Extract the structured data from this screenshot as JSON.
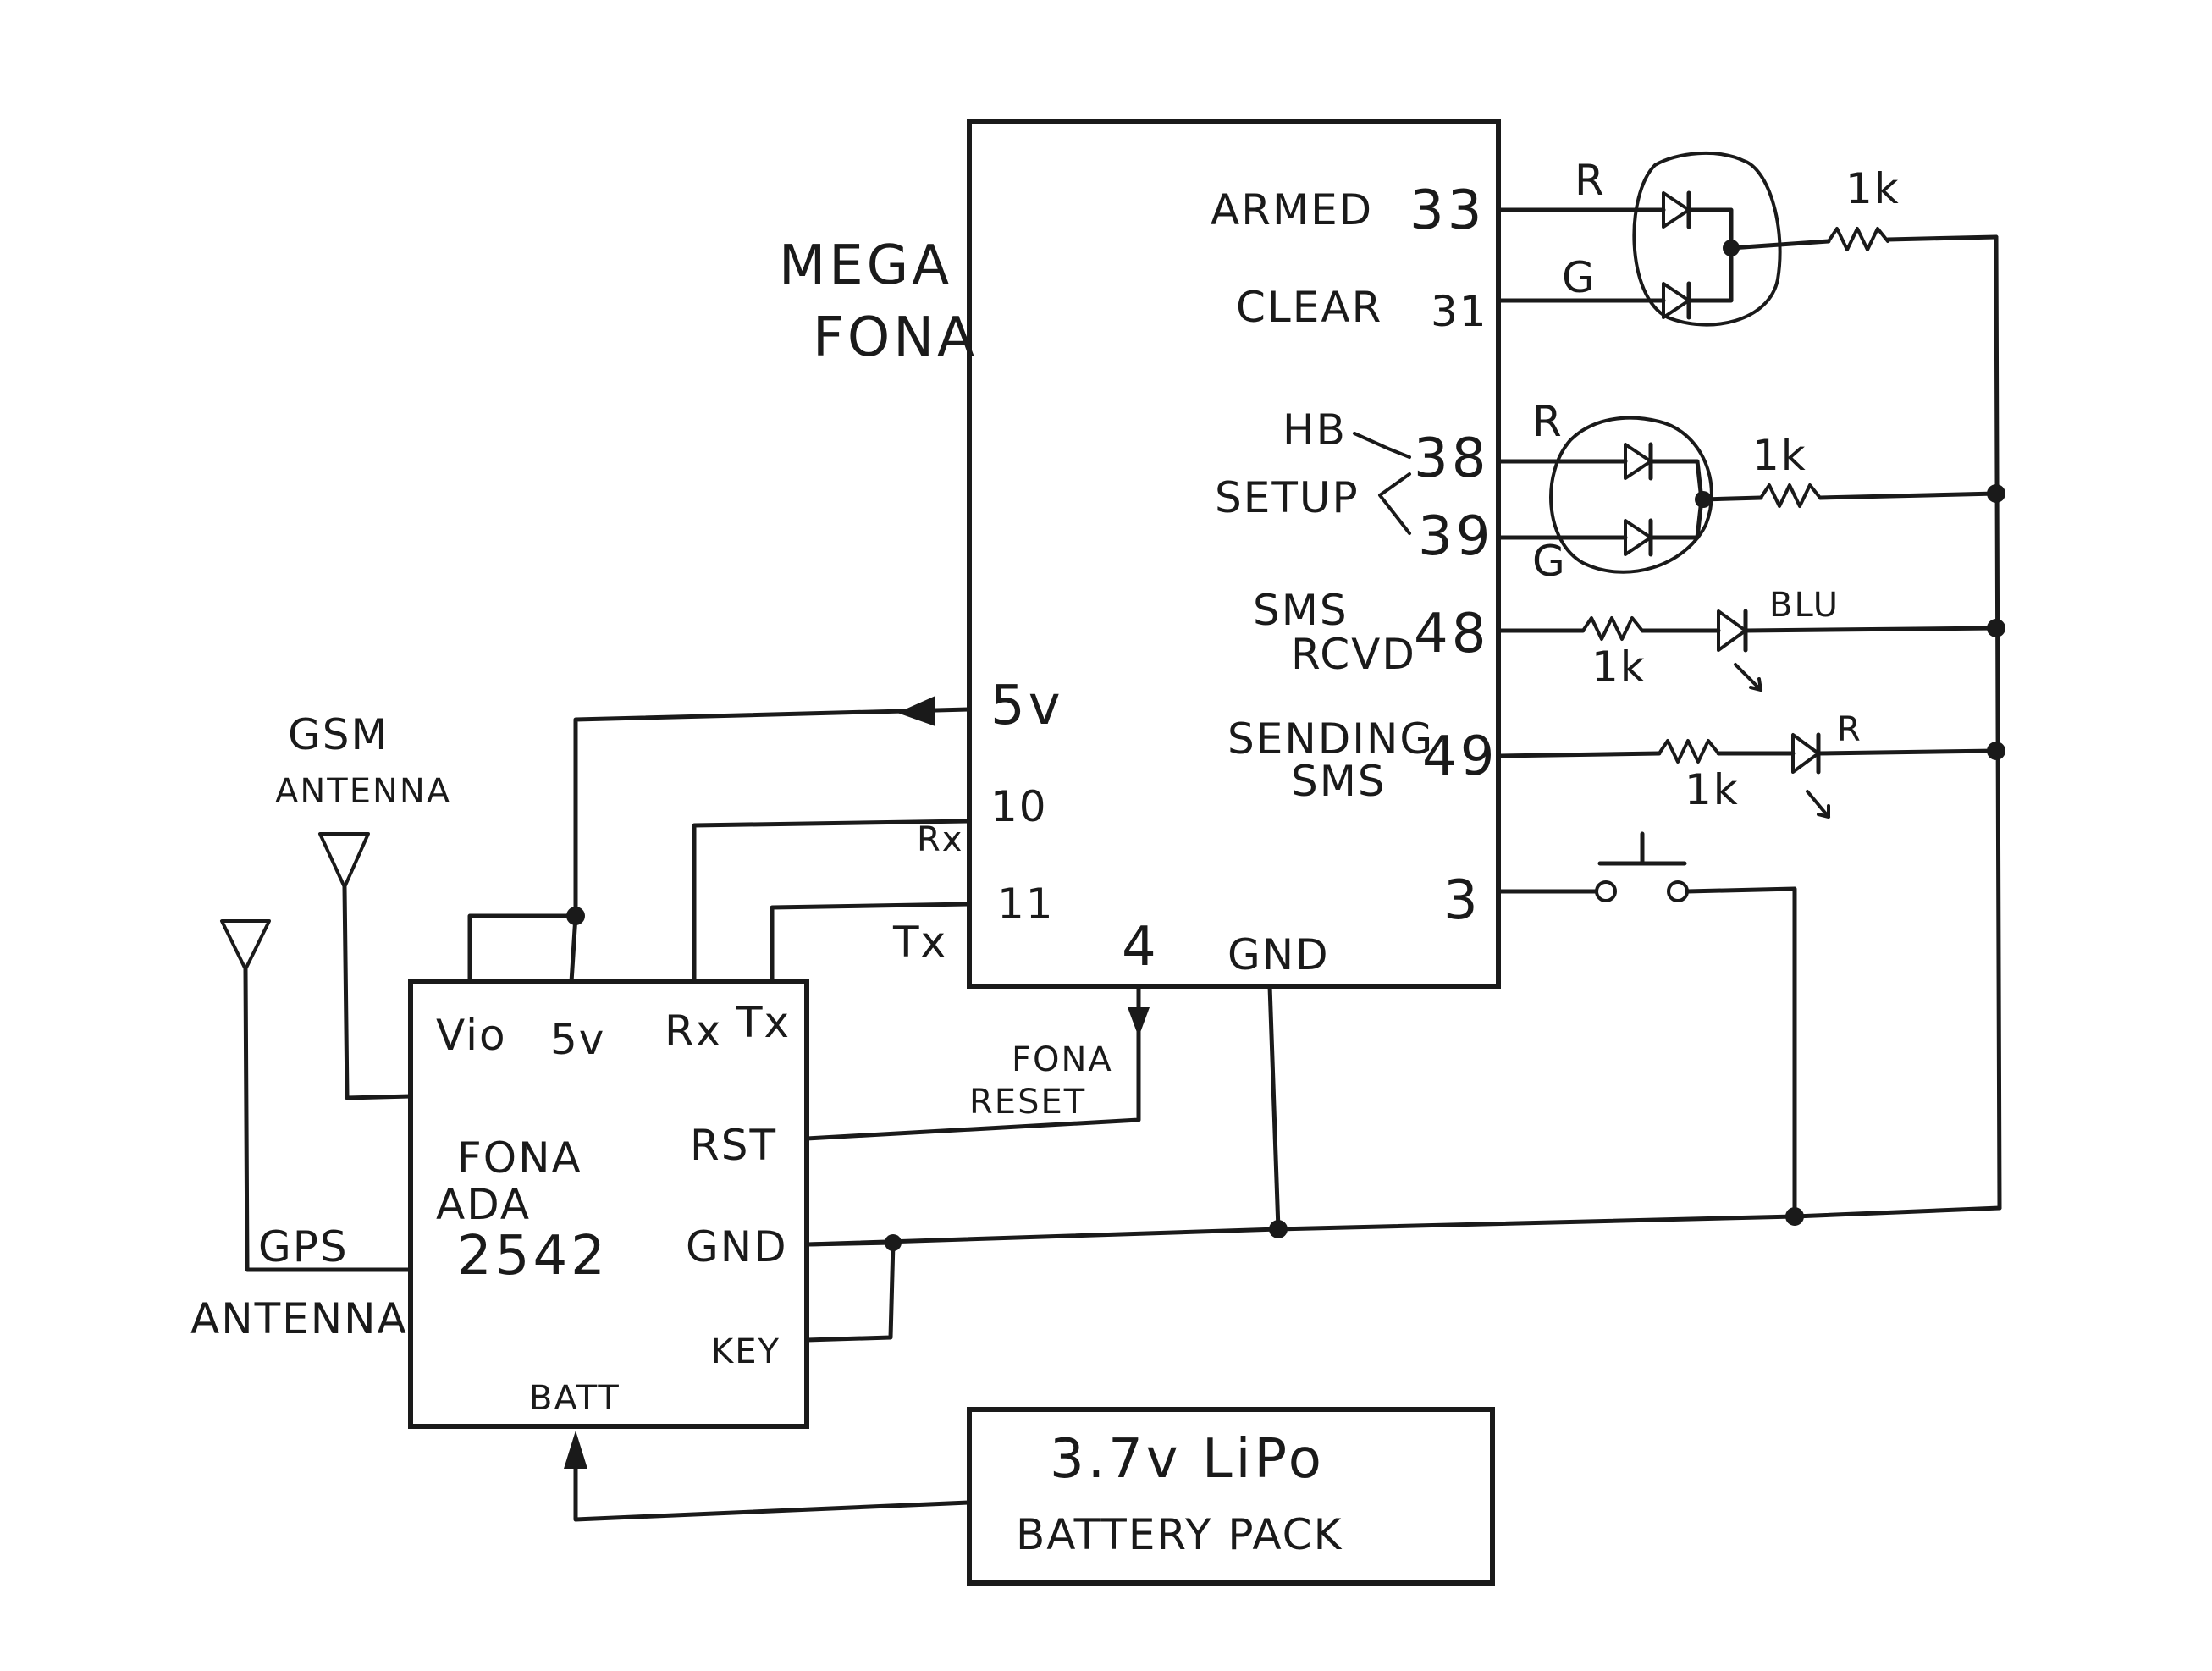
{
  "mega": {
    "title_line1": "MEGA",
    "title_line2": "FONA",
    "pins_right": {
      "armed_label": "ARMED",
      "armed_pin": "33",
      "clear_label": "CLEAR",
      "clear_pin": "31",
      "hb_label": "HB",
      "hb_pin": "38",
      "setup_label": "SETUP",
      "setup_pin": "39",
      "sms_rcvd_label_1": "SMS",
      "sms_rcvd_label_2": "RCVD",
      "sms_rcvd_pin": "48",
      "sending_label_1": "SENDING",
      "sending_label_2": "SMS",
      "sending_pin": "49",
      "button_pin": "3"
    },
    "pins_left": {
      "v5": "5v",
      "pin10": "10",
      "pin11": "11",
      "rx": "Rx",
      "tx": "Tx"
    },
    "pins_bottom": {
      "pin4": "4",
      "gnd": "GND"
    }
  },
  "leds": {
    "bicolor1_r": "R",
    "bicolor1_g": "G",
    "bicolor2_r": "R",
    "bicolor2_g": "G",
    "blu_label": "BLU",
    "red_label": "R"
  },
  "resistors": {
    "r1": "1k",
    "r2": "1k",
    "r3": "1k",
    "r4": "1k"
  },
  "fona": {
    "title_line1": "FONA",
    "title_line2": "ADA",
    "title_line3": "2542",
    "vio": "Vio",
    "v5": "5v",
    "rx": "Rx",
    "tx": "Tx",
    "rst": "RST",
    "gnd": "GND",
    "key": "KEY",
    "batt": "BATT"
  },
  "fona_reset_1": "FONA",
  "fona_reset_2": "RESET",
  "gsm_antenna_1": "GSM",
  "gsm_antenna_2": "ANTENNA",
  "gps_antenna_1": "GPS",
  "gps_antenna_2": "ANTENNA",
  "battery": {
    "line1": "3.7v LiPo",
    "line2": "BATTERY PACK"
  }
}
